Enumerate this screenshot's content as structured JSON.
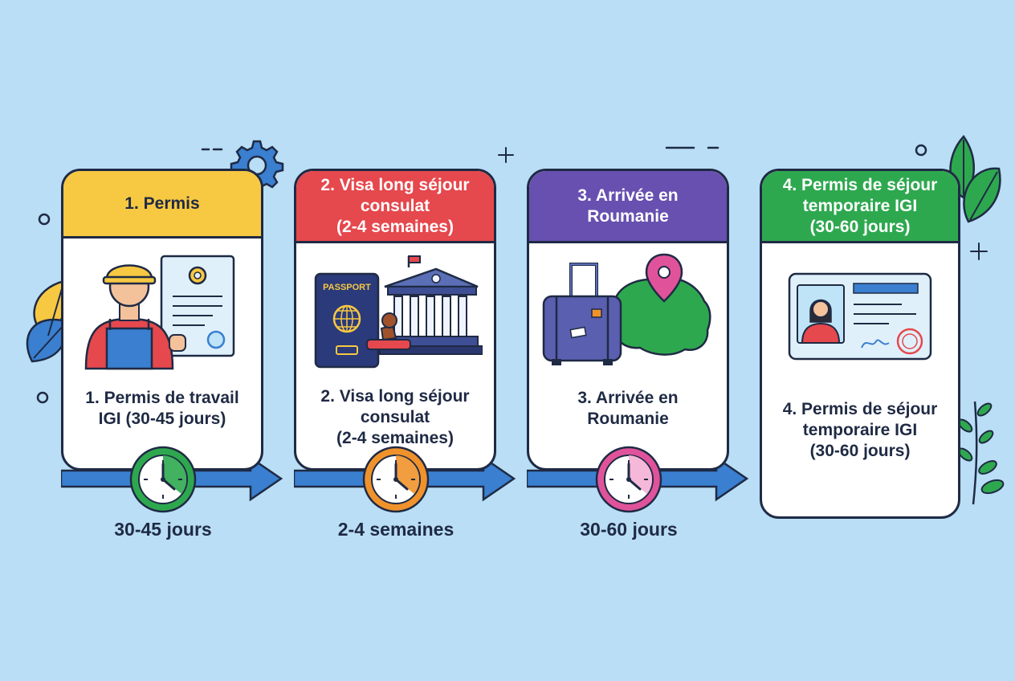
{
  "colors": {
    "background": "#b9def5",
    "outline": "#1f2a44",
    "step1": "#f7c842",
    "step2": "#e5484d",
    "step3": "#6750b0",
    "step4": "#2ea84f",
    "arrow": "#3a7fd0"
  },
  "steps": [
    {
      "header": "1. Permis",
      "body": "1. Permis de travail\nIGI (30-45 jours)",
      "duration": "30-45 jours",
      "icon": "worker-permit-icon",
      "clock_color": "#2ea84f"
    },
    {
      "header": "2. Visa long séjour\nconsulat\n(2-4 semaines)",
      "body": "2. Visa long séjour\nconsulat\n(2-4 semaines)",
      "duration": "2-4 semaines",
      "icon": "passport-embassy-icon",
      "clock_color": "#f0922b",
      "passport_label": "PASSPORT"
    },
    {
      "header": "3. Arrivée en\nRoumanie",
      "body": "3. Arrivée en\nRoumanie",
      "duration": "30-60 jours",
      "icon": "suitcase-map-icon",
      "clock_color": "#e0539a"
    },
    {
      "header": "4. Permis de séjour\ntemporaire IGI\n(30-60 jours)",
      "body": "4. Permis de séjour\ntemporaire IGI\n(30-60 jours)",
      "icon": "residence-card-icon"
    }
  ]
}
